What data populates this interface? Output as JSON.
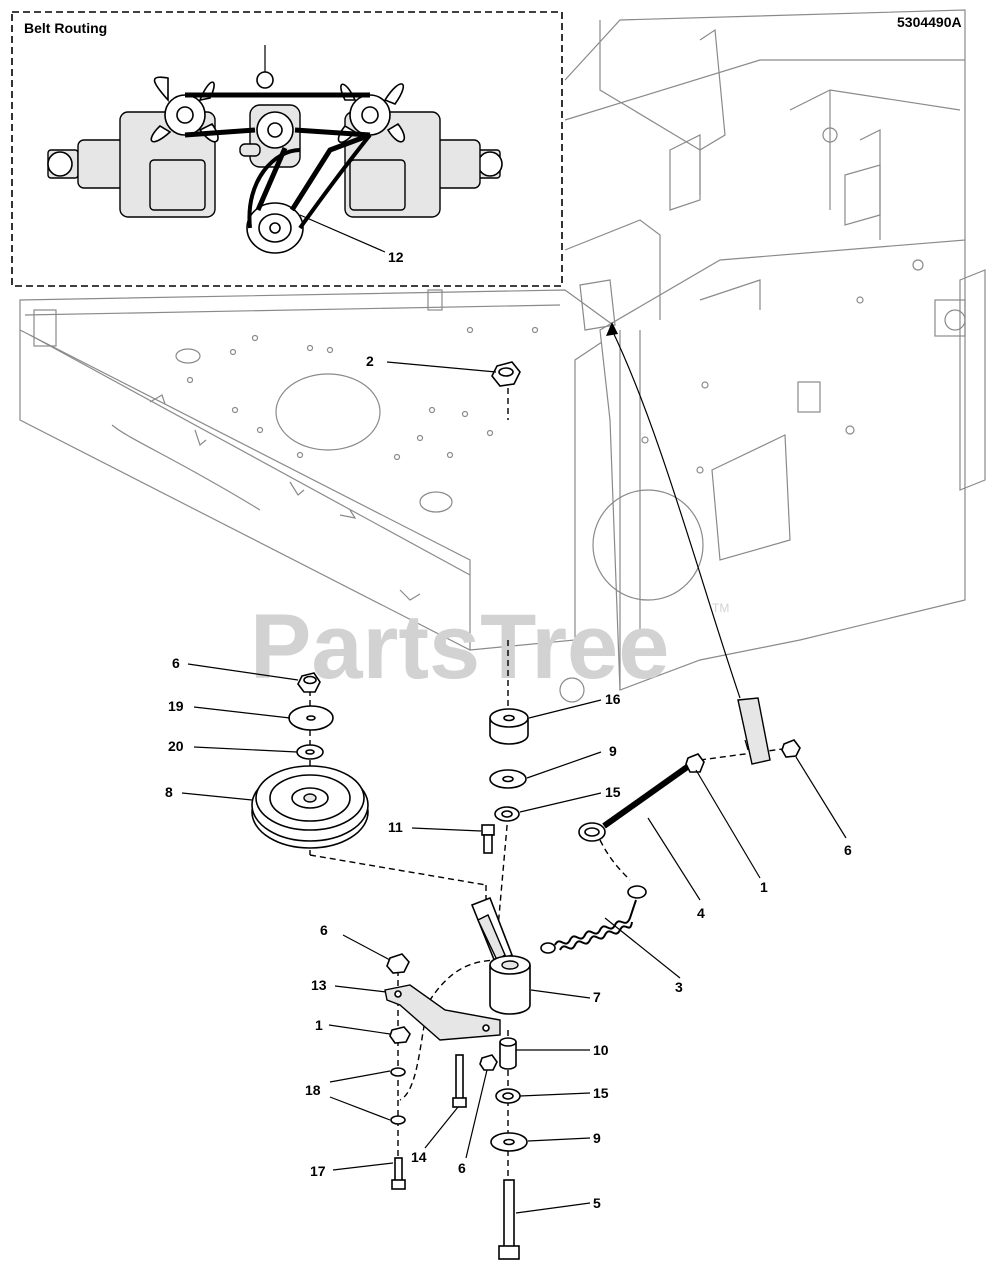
{
  "doc_number": "5304490A",
  "inset": {
    "title": "Belt Routing",
    "callout": "12"
  },
  "watermark": {
    "text": "PartsTree",
    "tm": "TM"
  },
  "callouts": {
    "c2": "2",
    "c6a": "6",
    "c19": "19",
    "c20": "20",
    "c8": "8",
    "c16": "16",
    "c9a": "9",
    "c15a": "15",
    "c11": "11",
    "c4": "4",
    "c1a": "1",
    "c6b": "6",
    "c3": "3",
    "c6c": "6",
    "c13": "13",
    "c7": "7",
    "c1b": "1",
    "c10": "10",
    "c18": "18",
    "c15b": "15",
    "c9b": "9",
    "c14": "14",
    "c6d": "6",
    "c17": "17",
    "c5": "5"
  }
}
